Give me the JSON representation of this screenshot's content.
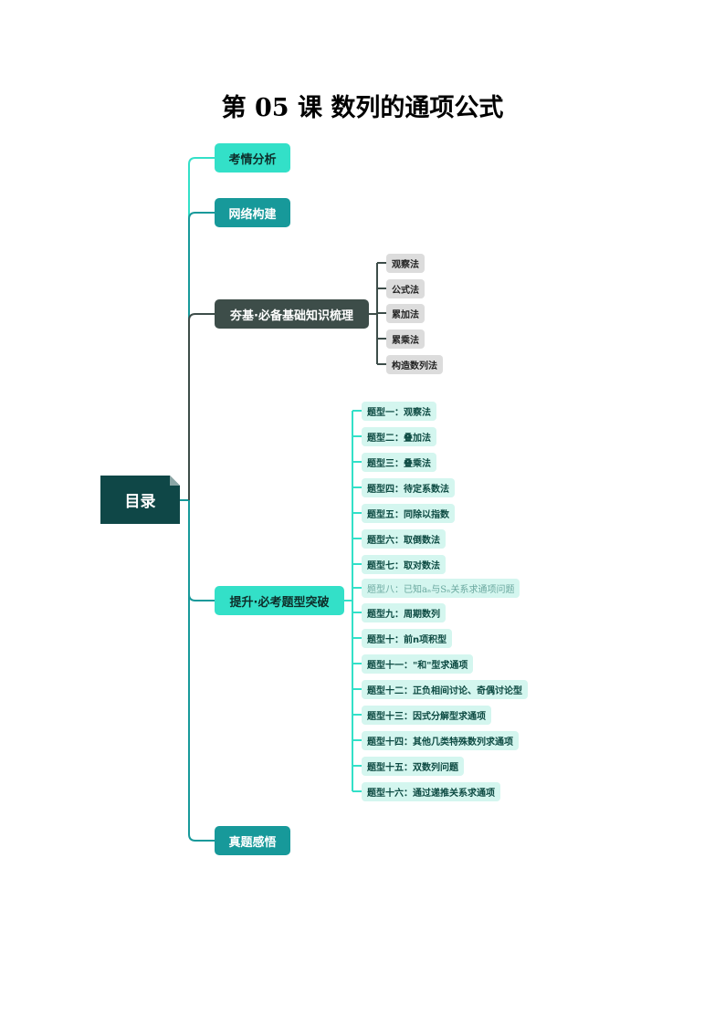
{
  "title": "第 05 课  数列的通项公式",
  "root": "目录",
  "branches": [
    {
      "label": "考情分析"
    },
    {
      "label": "网络构建"
    },
    {
      "label": "夯基·必备基础知识梳理",
      "children": [
        "观察法",
        "公式法",
        "累加法",
        "累乘法",
        "构造数列法"
      ]
    },
    {
      "label": "提升·必考题型突破",
      "children": [
        "题型一：观察法",
        "题型二：叠加法",
        "题型三：叠乘法",
        "题型四：待定系数法",
        "题型五：同除以指数",
        "题型六：取倒数法",
        "题型七：取对数法",
        "题型八：已知aₙ与Sₙ关系求通项问题",
        "题型九：周期数列",
        "题型十：前n项积型",
        "题型十一：\"和\"型求通项",
        "题型十二：正负相间讨论、奇偶讨论型",
        "题型十三：因式分解型求通项",
        "题型十四：其他几类特殊数列求通项",
        "题型十五：双数列问题",
        "题型十六：通过递推关系求通项"
      ]
    },
    {
      "label": "真题感悟"
    }
  ],
  "colors": {
    "light": "#33e0c8",
    "teal": "#17999a",
    "dark": "#3d4d49",
    "root": "#0f4747"
  }
}
